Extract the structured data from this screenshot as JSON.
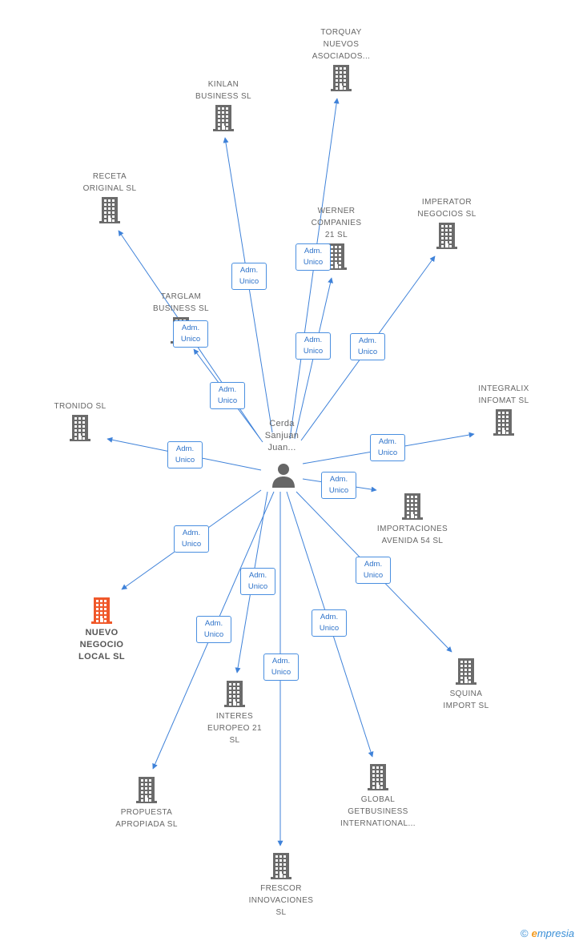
{
  "center": {
    "name_lines": [
      "Cerda",
      "Sanjuan",
      "Juan..."
    ]
  },
  "edge_label": {
    "line1": "Adm.",
    "line2": "Unico"
  },
  "companies": [
    {
      "id": "torquay",
      "name": "TORQUAY\nNUEVOS\nASOCIADOS..."
    },
    {
      "id": "kinlan",
      "name": "KINLAN\nBUSINESS SL"
    },
    {
      "id": "receta",
      "name": "RECETA\nORIGINAL SL"
    },
    {
      "id": "werner",
      "name": "WERNER\nCOMPANIES\n21 SL"
    },
    {
      "id": "imperator",
      "name": "IMPERATOR\nNEGOCIOS SL"
    },
    {
      "id": "targlam",
      "name": "TARGLAM\nBUSINESS SL"
    },
    {
      "id": "tronido",
      "name": "TRONIDO SL"
    },
    {
      "id": "integralix",
      "name": "INTEGRALIX\nINFOMAT SL"
    },
    {
      "id": "importaciones",
      "name": "IMPORTACIONES\nAVENIDA 54 SL"
    },
    {
      "id": "nuevo",
      "name": "NUEVO\nNEGOCIO\nLOCAL SL",
      "highlight": true
    },
    {
      "id": "squina",
      "name": "SQUINA\nIMPORT SL"
    },
    {
      "id": "interes",
      "name": "INTERES\nEUROPEO 21\nSL"
    },
    {
      "id": "propuesta",
      "name": "PROPUESTA\nAPROPIADA SL"
    },
    {
      "id": "global",
      "name": "GLOBAL\nGETBUSINESS\nINTERNATIONAL..."
    },
    {
      "id": "frescor",
      "name": "FRESCOR\nINNOVACIONES\nSL"
    }
  ],
  "colors": {
    "edge": "#3f82d9",
    "building": "#6b6b6b",
    "highlight": "#f0582a",
    "person": "#666666"
  },
  "footer": {
    "copyright": "©",
    "brand_initial": "e",
    "brand_rest": "mpresia"
  }
}
